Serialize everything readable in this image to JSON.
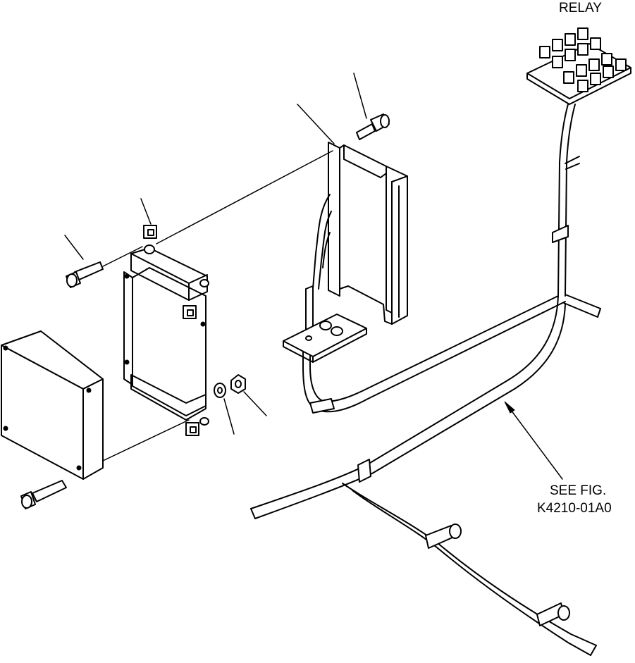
{
  "labels": {
    "relay": "RELAY",
    "see_fig_line1": "SEE FIG.",
    "see_fig_line2": "K4210-01A0"
  },
  "colors": {
    "line": "#000000",
    "background": "#ffffff"
  },
  "icons": [
    "relay-block-icon",
    "bolt-icon",
    "washer-icon",
    "nut-icon",
    "clamp-icon"
  ]
}
